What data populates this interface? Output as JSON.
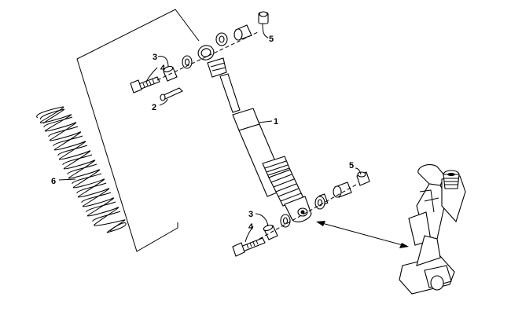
{
  "callouts": {
    "shock_absorber": "1",
    "cotter_pin": "2",
    "sleeve_upper": "3",
    "bolt_upper": "4",
    "nut_upper": "5",
    "spring": "6",
    "sleeve_lower": "3",
    "bolt_lower": "4",
    "nut_lower": "5"
  }
}
